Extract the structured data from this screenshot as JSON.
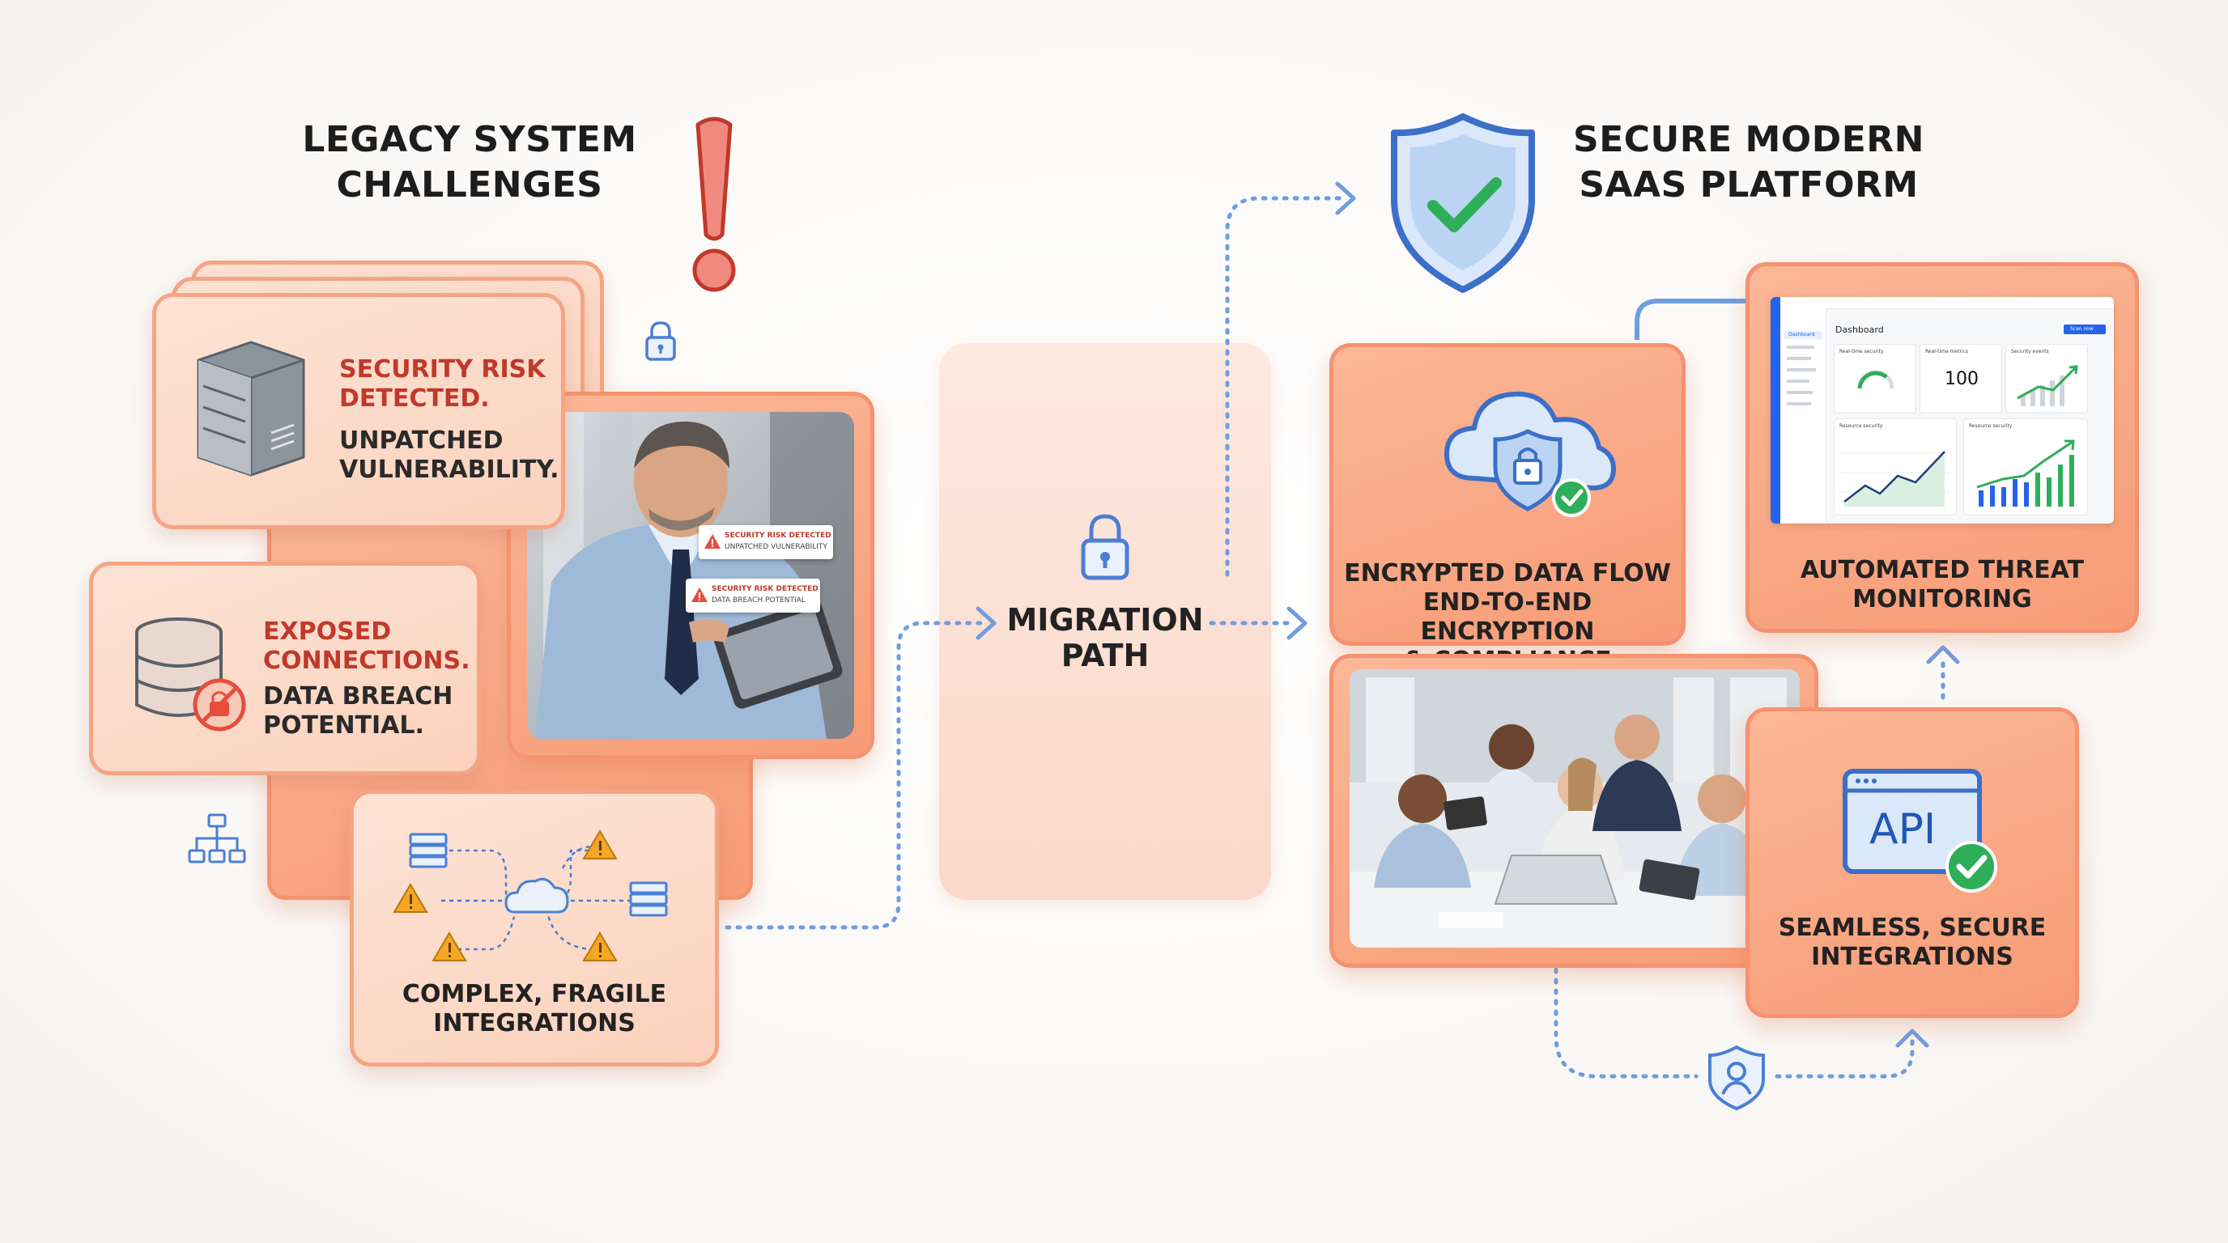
{
  "legacy": {
    "title_line1": "LEGACY SYSTEM",
    "title_line2": "CHALLENGES",
    "card1": {
      "warning_line1": "SECURITY RISK",
      "warning_line2": "DETECTED.",
      "body_line1": "UNPATCHED",
      "body_line2": "VULNERABILITY."
    },
    "card2": {
      "warning_line1": "EXPOSED",
      "warning_line2": "CONNECTIONS.",
      "body_line1": "DATA BREACH",
      "body_line2": "POTENTIAL."
    },
    "card3": {
      "caption_line1": "COMPLEX, FRAGILE",
      "caption_line2": "INTEGRATIONS"
    },
    "photo_alerts": {
      "alert1_line1": "SECURITY RISK DETECTED",
      "alert1_line2": "UNPATCHED VULNERABILITY",
      "alert2_line1": "SECURITY RISK DETECTED",
      "alert2_line2": "DATA BREACH POTENTIAL"
    }
  },
  "migration": {
    "line1": "MIGRATION",
    "line2": "PATH"
  },
  "modern": {
    "title_line1": "SECURE MODERN",
    "title_line2": "SAAS PLATFORM",
    "encrypted": {
      "line1": "ENCRYPTED DATA FLOW",
      "line2": "END-TO-END ENCRYPTION",
      "line3": "& COMPLIANCE"
    },
    "monitoring": {
      "line1": "AUTOMATED THREAT",
      "line2": "MONITORING"
    },
    "api": {
      "label": "API",
      "line1": "SEAMLESS, SECURE",
      "line2": "INTEGRATIONS"
    },
    "dashboard": {
      "title": "Dashboard",
      "button": "Scan now",
      "nav_active": "Dashboard",
      "metric1": "Real-time security",
      "metric2": "Real-time metrics",
      "metric2_value": "100",
      "metric3": "Security events",
      "chart1": "Resource security",
      "chart2": "Resource security"
    }
  },
  "colors": {
    "accent": "#f79b76",
    "border": "#f5a584",
    "warning": "#c0392b",
    "blue": "#4a7fd4",
    "green": "#2fae5a"
  }
}
